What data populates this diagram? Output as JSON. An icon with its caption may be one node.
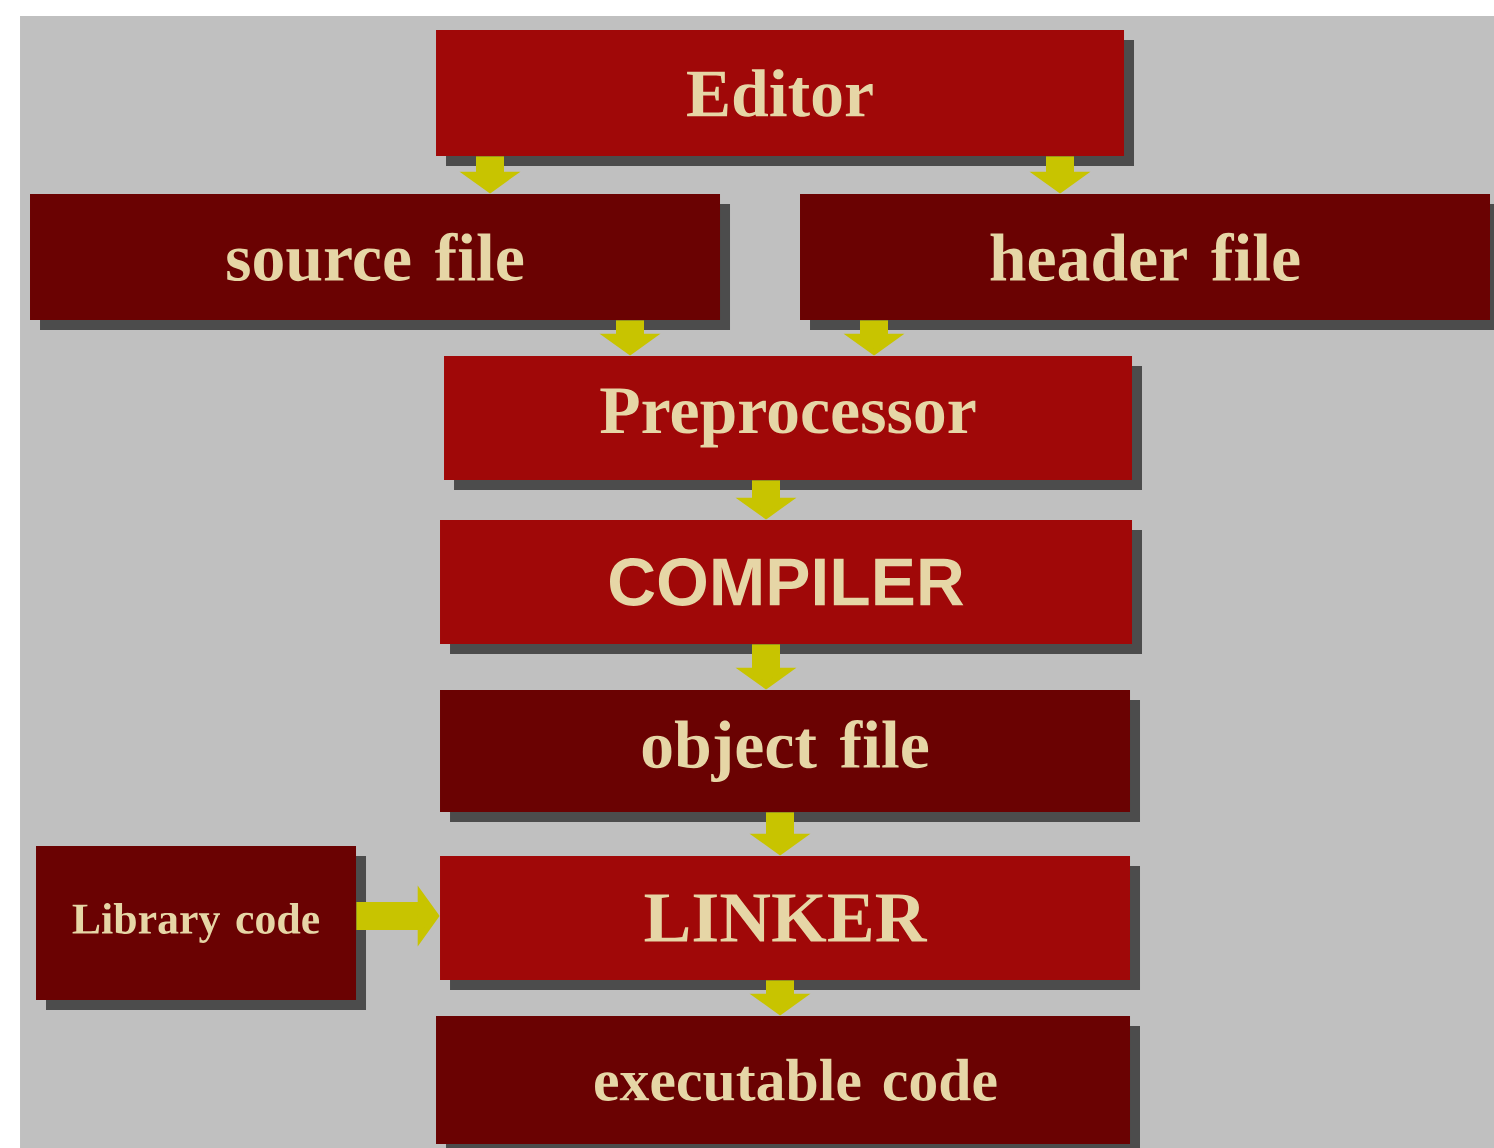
{
  "diagram": {
    "nodes": [
      {
        "text": [
          "Editor"
        ]
      },
      {
        "text": [
          "source file"
        ]
      },
      {
        "text": [
          "header file"
        ]
      },
      {
        "text": [
          "Preprocessor"
        ]
      },
      {
        "text": [
          "COMPILER"
        ]
      },
      {
        "text": [
          "object file"
        ]
      },
      {
        "text": [
          "Library code"
        ]
      },
      {
        "text": [
          "LINKER"
        ]
      },
      {
        "text": [
          "executable code"
        ]
      }
    ],
    "edges": [
      {
        "from": 0,
        "to": 1,
        "arrow": "to"
      },
      {
        "from": 0,
        "to": 2,
        "arrow": "to"
      },
      {
        "from": 1,
        "to": 3,
        "arrow": "to"
      },
      {
        "from": 2,
        "to": 3,
        "arrow": "to"
      },
      {
        "from": 3,
        "to": 4,
        "arrow": "to"
      },
      {
        "from": 4,
        "to": 5,
        "arrow": "to"
      },
      {
        "from": 5,
        "to": 7,
        "arrow": "to"
      },
      {
        "from": 6,
        "to": 7,
        "arrow": "to"
      },
      {
        "from": 7,
        "to": 8,
        "arrow": "to"
      }
    ]
  }
}
